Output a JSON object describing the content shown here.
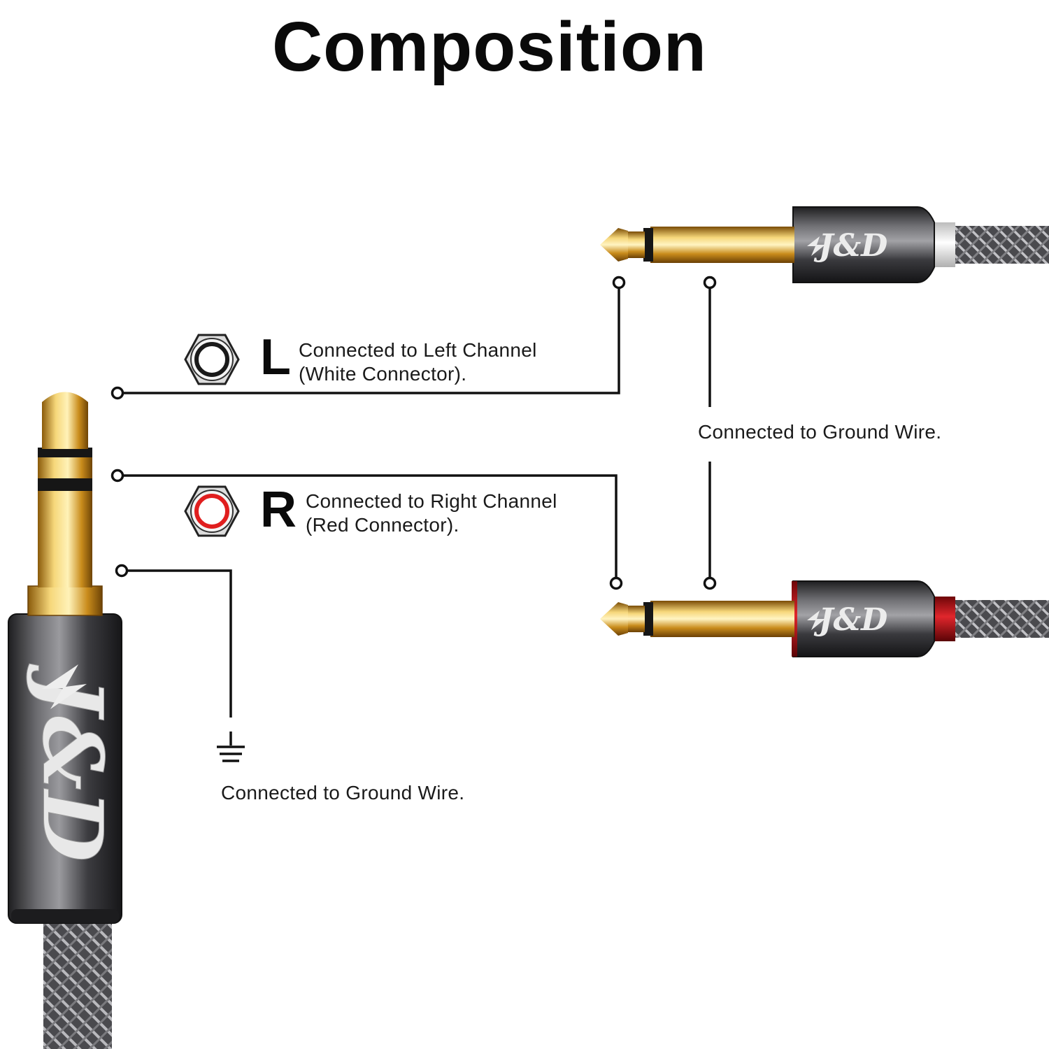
{
  "title": "Composition",
  "brand": "J&D",
  "left_channel": {
    "letter": "L",
    "line1": "Connected to Left Channel",
    "line2": "(White Connector).",
    "ring_color": "#1a1a1a"
  },
  "right_channel": {
    "letter": "R",
    "line1": "Connected to Right Channel",
    "line2": "(Red Connector).",
    "ring_color": "#e01e1e"
  },
  "ground_right_label": "Connected to Ground Wire.",
  "ground_left_label": "Connected to Ground Wire.",
  "colors": {
    "gold": "#d8a72e",
    "gunmetal": "#3a3a3c",
    "white_collar": "#f2f2f2",
    "red_collar": "#c0141a",
    "wire": "#111111"
  }
}
